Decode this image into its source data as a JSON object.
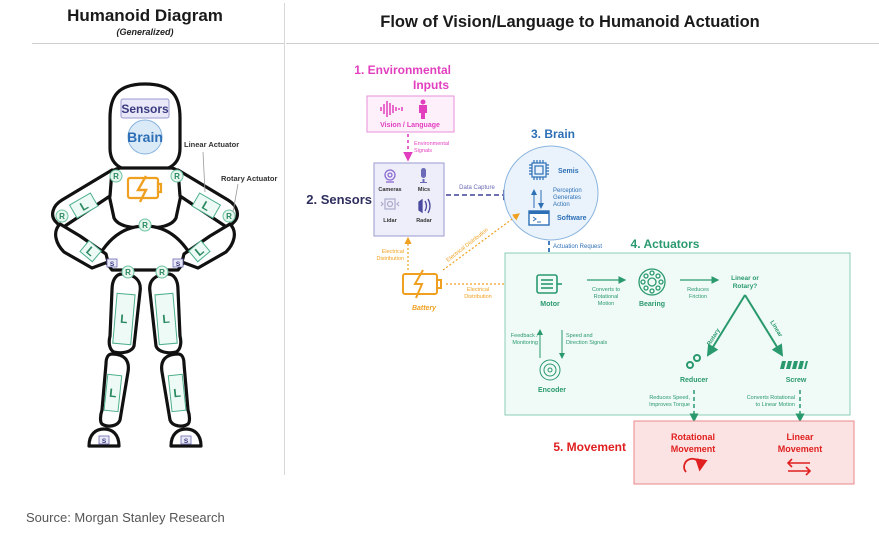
{
  "left_panel": {
    "title": "Humanoid Diagram",
    "subtitle": "(Generalized)",
    "head_labels": {
      "sensors": "Sensors",
      "brain": "Brain"
    },
    "callouts": {
      "linear": "Linear Actuator",
      "rotary": "Rotary Actuator"
    },
    "joint_labels": {
      "rotary": "R",
      "linear": "L",
      "sensor": "S"
    }
  },
  "right_panel": {
    "title": "Flow of Vision/Language to Humanoid Actuation",
    "stages": {
      "inputs": {
        "title_line1": "1. Environmental",
        "title_line2": "Inputs",
        "box_label": "Vision / Language",
        "edge_line1": "Environmental",
        "edge_line2": "Signals"
      },
      "sensors": {
        "title": "2. Sensors",
        "items": [
          "Cameras",
          "Mics",
          "Lidar",
          "Radar"
        ],
        "edge_label": "Data Capture"
      },
      "brain": {
        "title": "3. Brain",
        "semis": "Semis",
        "software": "Software",
        "mid_line1": "Perception",
        "mid_line2": "Generates",
        "mid_line3": "Action",
        "edge_label": "Actuation Request"
      },
      "battery": {
        "label": "Battery",
        "edge_sensors_line1": "Electrical",
        "edge_sensors_line2": "Distribution",
        "edge_brain": "Electrical Distribution",
        "edge_motor_line1": "Electrical",
        "edge_motor_line2": "Distribution"
      },
      "actuators": {
        "title": "4. Actuators",
        "motor": "Motor",
        "bearing": "Bearing",
        "decision_line1": "Linear or",
        "decision_line2": "Rotary?",
        "motor_to_bearing": [
          "Converts to",
          "Rotational",
          "Motion"
        ],
        "bearing_to_decision": [
          "Reduces",
          "Friction"
        ],
        "branch_rotary": "Rotary",
        "branch_linear": "Linear",
        "reducer": "Reducer",
        "screw": "Screw",
        "encoder": "Encoder",
        "feedback": [
          "Feedback /",
          "Monitoring"
        ],
        "speed": [
          "Speed and",
          "Direction Signals"
        ],
        "reducer_note": [
          "Reduces Speed,",
          "Improves Torque"
        ],
        "screw_note": [
          "Converts Rotational",
          "to Linear Motion"
        ]
      },
      "movement": {
        "title": "5. Movement",
        "rotational": [
          "Rotational",
          "Movement"
        ],
        "linear": [
          "Linear",
          "Movement"
        ]
      }
    }
  },
  "colors": {
    "inputs": "#e23fbf",
    "sensors": "#5b5ba8",
    "brain": "#2d6fb6",
    "battery": "#f0a020",
    "actuators": "#2a9a6e",
    "movement": "#e02020"
  },
  "footer": {
    "source": "Source: Morgan Stanley Research"
  }
}
